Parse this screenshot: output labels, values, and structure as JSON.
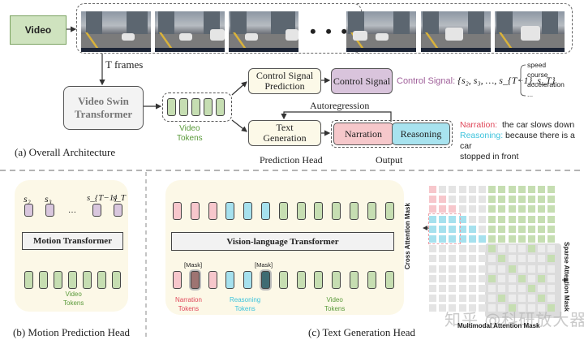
{
  "overall": {
    "video_label": "Video",
    "ellipsis": "• • •",
    "t_frames": "T frames",
    "video_swin_line1": "Video Swin",
    "video_swin_line2": "Transformer",
    "video_tokens_line1": "Video",
    "video_tokens_line2": "Tokens",
    "control_signal_prediction_line1": "Control Signal",
    "control_signal_prediction_line2": "Prediction",
    "control_signal": "Control Signal",
    "control_signal_formula_label": "Control Signal:",
    "control_signal_formula": "{s₂, s₃, …, s_{T−1}, s_T}",
    "control_signal_items": [
      "speed",
      "course",
      "acceleration",
      "..."
    ],
    "autoregression": "Autoregression",
    "text_generation_line1": "Text",
    "text_generation_line2": "Generation",
    "narration": "Narration",
    "reasoning": "Reasoning",
    "narration_label": "Narration:",
    "narration_text": "the car slows down",
    "reasoning_label": "Reasoning:",
    "reasoning_text": "because there is a car",
    "reasoning_text2": "stopped in front",
    "prediction_head": "Prediction Head",
    "output": "Output",
    "caption": "(a) Overall Architecture"
  },
  "motion_head": {
    "signal_labels": [
      "s₂",
      "s₃",
      "…",
      "s_{T−1}",
      "s_T"
    ],
    "transformer": "Motion Transformer",
    "video_tokens_line1": "Video",
    "video_tokens_line2": "Tokens",
    "caption": "(b) Motion Prediction Head"
  },
  "text_head": {
    "transformer": "Vision-language Transformer",
    "mask_label": "[Mask]",
    "narration_tokens_line1": "Narration",
    "narration_tokens_line2": "Tokens",
    "reasoning_tokens_line1": "Reasoning",
    "reasoning_tokens_line2": "Tokens",
    "video_tokens_line1": "Video",
    "video_tokens_line2": "Tokens",
    "caption": "(c) Text Generation Head"
  },
  "attention": {
    "cross_label": "Cross Attention Mask",
    "sparse_label": "Sparse Attention Mask",
    "multimodal_label": "Multimodal Attention Mask",
    "grid_size": 13,
    "sparse_green": [
      [
        6,
        6
      ],
      [
        6,
        10
      ],
      [
        7,
        7
      ],
      [
        7,
        12
      ],
      [
        8,
        8
      ],
      [
        9,
        6
      ],
      [
        9,
        9
      ],
      [
        9,
        11
      ],
      [
        10,
        10
      ],
      [
        11,
        7
      ],
      [
        11,
        11
      ],
      [
        12,
        8
      ],
      [
        12,
        12
      ]
    ]
  },
  "watermark": "知乎 @科研放大器",
  "colors": {
    "green": "#c6deb2",
    "pink": "#f7c7cc",
    "blue": "#a6e1ee",
    "violet": "#d9c7de",
    "narration_text": "#e0485a",
    "reasoning_text": "#3cc3dc",
    "control_label": "#a0609a"
  }
}
